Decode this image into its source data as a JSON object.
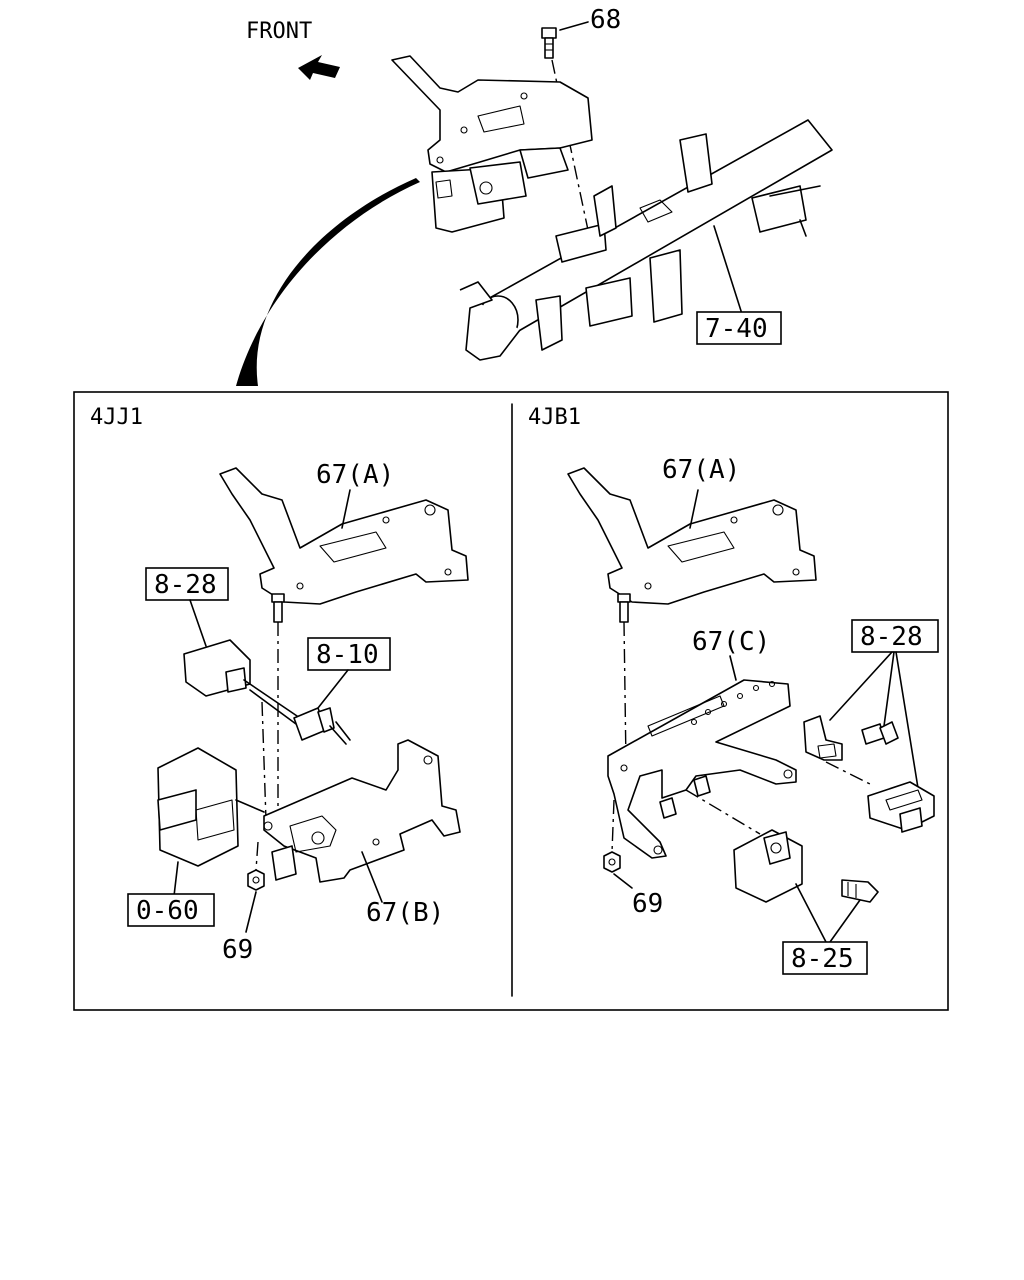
{
  "labels": {
    "front": "FRONT",
    "p68": "68",
    "p740": "7-40",
    "variant_left": "4JJ1",
    "variant_right": "4JB1",
    "left": {
      "p67a": "67(A)",
      "p828": "8-28",
      "p810": "8-10",
      "p060": "0-60",
      "p67b": "67(B)",
      "p69": "69"
    },
    "right": {
      "p67a": "67(A)",
      "p67c": "67(C)",
      "p828": "8-28",
      "p69": "69",
      "p825": "8-25"
    }
  }
}
